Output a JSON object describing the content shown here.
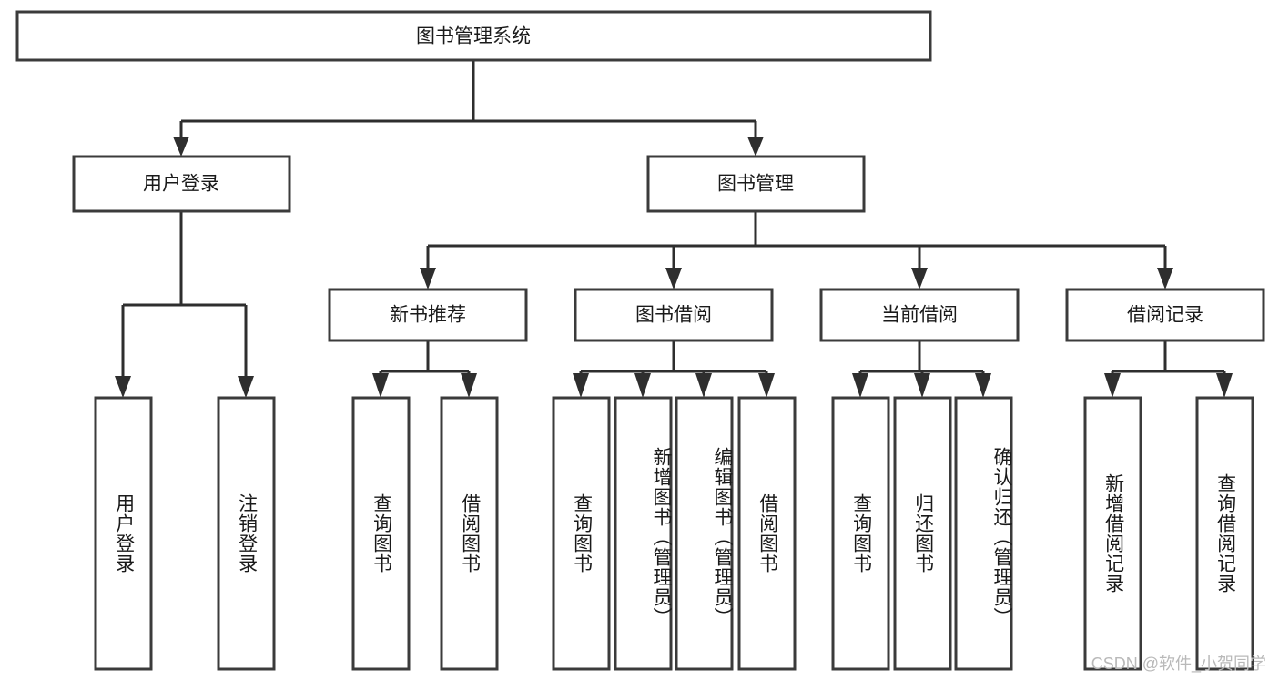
{
  "diagram": {
    "title": "图书管理系统",
    "type": "tree-hierarchy",
    "watermark": "CSDN @软件_小贺同学",
    "colors": {
      "background": "#ffffff",
      "box_stroke": "#3b3b3b",
      "connector": "#2e2e2e",
      "text": "#1a1a1a",
      "watermark": "#b9b9b9"
    },
    "levels": {
      "root_label": "图书管理系统",
      "level2_labels": [
        "用户登录",
        "图书管理"
      ],
      "level3_labels": [
        "新书推荐",
        "图书借阅",
        "当前借阅",
        "借阅记录"
      ]
    },
    "nodes": {
      "root": {
        "label": "图书管理系统",
        "orientation": "horizontal"
      },
      "user_login": {
        "label": "用户登录",
        "orientation": "horizontal"
      },
      "book_manage": {
        "label": "图书管理",
        "orientation": "horizontal"
      },
      "new_book_rec": {
        "label": "新书推荐",
        "orientation": "horizontal"
      },
      "book_borrow": {
        "label": "图书借阅",
        "orientation": "horizontal"
      },
      "current_borrow": {
        "label": "当前借阅",
        "orientation": "horizontal"
      },
      "borrow_record": {
        "label": "借阅记录",
        "orientation": "horizontal"
      },
      "leaf_user_login": {
        "label": "用户登录",
        "orientation": "vertical"
      },
      "leaf_user_logout": {
        "label": "注销登录",
        "orientation": "vertical"
      },
      "leaf_query_book_a": {
        "label": "查询图书",
        "orientation": "vertical"
      },
      "leaf_borrow_book_a": {
        "label": "借阅图书",
        "orientation": "vertical"
      },
      "leaf_query_book_b": {
        "label": "查询图书",
        "orientation": "vertical"
      },
      "leaf_add_book": {
        "label": "新增图书（管理员）",
        "orientation": "vertical"
      },
      "leaf_edit_book": {
        "label": "编辑图书（管理员）",
        "orientation": "vertical"
      },
      "leaf_borrow_book_b": {
        "label": "借阅图书",
        "orientation": "vertical"
      },
      "leaf_query_book_c": {
        "label": "查询图书",
        "orientation": "vertical"
      },
      "leaf_return_book": {
        "label": "归还图书",
        "orientation": "vertical"
      },
      "leaf_confirm_return": {
        "label": "确认归还（管理员）",
        "orientation": "vertical"
      },
      "leaf_add_record": {
        "label": "新增借阅记录",
        "orientation": "vertical"
      },
      "leaf_query_record": {
        "label": "查询借阅记录",
        "orientation": "vertical"
      }
    },
    "edges": [
      {
        "from": "root",
        "to": "user_login"
      },
      {
        "from": "root",
        "to": "book_manage"
      },
      {
        "from": "user_login",
        "to": "leaf_user_login"
      },
      {
        "from": "user_login",
        "to": "leaf_user_logout"
      },
      {
        "from": "book_manage",
        "to": "new_book_rec"
      },
      {
        "from": "book_manage",
        "to": "book_borrow"
      },
      {
        "from": "book_manage",
        "to": "current_borrow"
      },
      {
        "from": "book_manage",
        "to": "borrow_record"
      },
      {
        "from": "new_book_rec",
        "to": "leaf_query_book_a"
      },
      {
        "from": "new_book_rec",
        "to": "leaf_borrow_book_a"
      },
      {
        "from": "book_borrow",
        "to": "leaf_query_book_b"
      },
      {
        "from": "book_borrow",
        "to": "leaf_add_book"
      },
      {
        "from": "book_borrow",
        "to": "leaf_edit_book"
      },
      {
        "from": "book_borrow",
        "to": "leaf_borrow_book_b"
      },
      {
        "from": "current_borrow",
        "to": "leaf_query_book_c"
      },
      {
        "from": "current_borrow",
        "to": "leaf_return_book"
      },
      {
        "from": "current_borrow",
        "to": "leaf_confirm_return"
      },
      {
        "from": "borrow_record",
        "to": "leaf_add_record"
      },
      {
        "from": "borrow_record",
        "to": "leaf_query_record"
      }
    ]
  }
}
